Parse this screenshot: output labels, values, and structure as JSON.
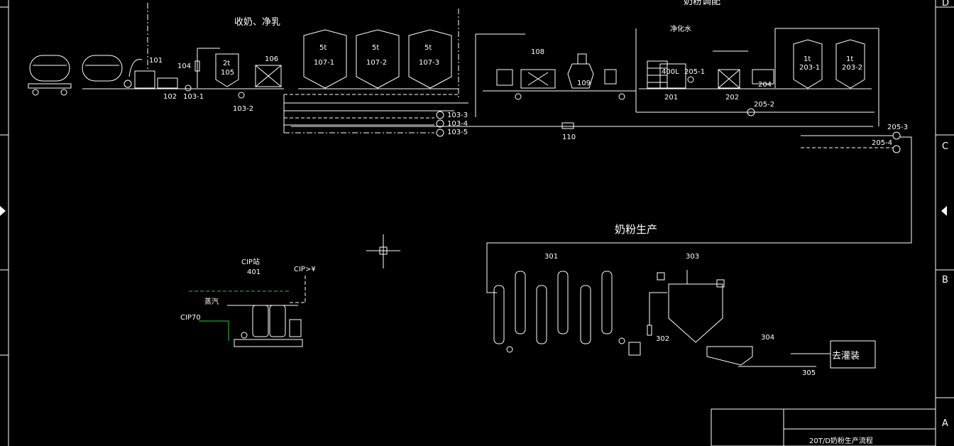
{
  "sections": {
    "receiving": "收奶、净乳",
    "blending": "奶粉调配",
    "powder": "奶粉生产",
    "cip_station": "CIP站",
    "cip_number": "401",
    "cip_return": "CIP>¥",
    "steam": "蒸汽",
    "cip_in": "CIP70",
    "to_filling": "去灌装",
    "drawing_title": "20T/D奶粉生产流程",
    "purified_water": "净化水"
  },
  "tags": {
    "t101": "101",
    "t102": "102",
    "t103_1": "103-1",
    "t103_2": "103-2",
    "t103_3": "103-3",
    "t103_4": "103-4",
    "t103_5": "103-5",
    "t104": "104",
    "t105": "105",
    "t105_cap": "2t",
    "t106": "106",
    "t107_1": "107-1",
    "t107_2": "107-2",
    "t107_3": "107-3",
    "t107_cap": "5t",
    "t108": "108",
    "t109": "109",
    "t110": "110",
    "t201": "201",
    "t201_cap": "400L",
    "t202": "202",
    "t203_1": "203-1",
    "t203_2": "203-2",
    "t203_cap": "1t",
    "t204": "204",
    "t205_1": "205-1",
    "t205_2": "205-2",
    "t205_3": "205-3",
    "t205_4": "205-4",
    "t301": "301",
    "t302": "302",
    "t303": "303",
    "t304": "304",
    "t305": "305"
  },
  "border": {
    "right_top": "D",
    "right_c": "C",
    "right_b": "B",
    "right_a": "A"
  }
}
